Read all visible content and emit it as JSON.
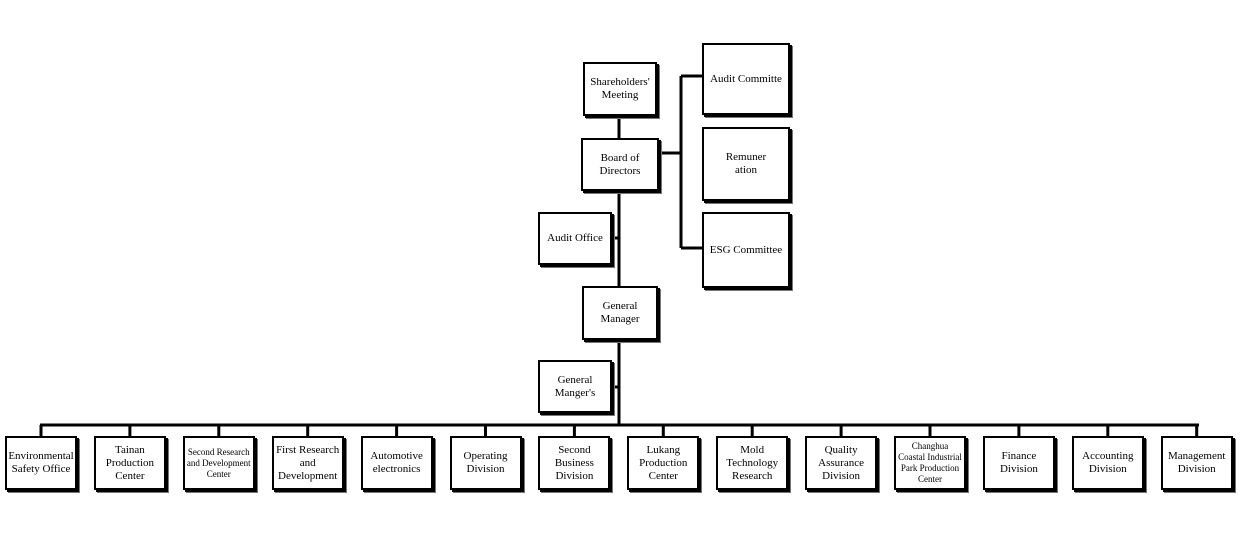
{
  "org_chart": {
    "top": {
      "shareholders": "Shareholders' Meeting",
      "board": "Board of Directors",
      "audit_office": "Audit Office",
      "general_manager": "General Manager",
      "gm_office": "General Manger's"
    },
    "committees": [
      "Audit Committe",
      "Remuner ation",
      "ESG Committee"
    ],
    "divisions": [
      "Environmental Safety Office",
      "Tainan Production Center",
      "Second Research and Development Center",
      "First Research and Development",
      "Automotive electronics",
      "Operating Division",
      "Second Business Division",
      "Lukang Production Center",
      "Mold Technology Research",
      "Quality Assurance Division",
      "Changhua Coastal Industrial Park Production Center",
      "Finance Division",
      "Accounting Division",
      "Management Division"
    ]
  }
}
